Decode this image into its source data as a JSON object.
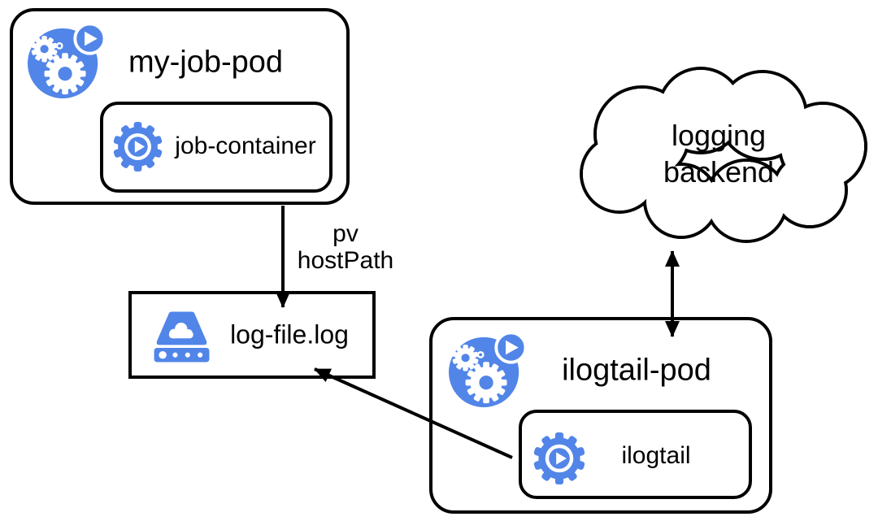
{
  "colors": {
    "icon_blue": "#5285e8",
    "outline": "#000000"
  },
  "pods": {
    "my_job_pod": {
      "title": "my-job-pod",
      "container": "job-container"
    },
    "ilogtail_pod": {
      "title": "ilogtail-pod",
      "container": "ilogtail"
    }
  },
  "volume": {
    "label": "log-file.log"
  },
  "cloud": {
    "line1": "logging",
    "line2": "backend"
  },
  "edge_label": {
    "line1": "pv",
    "line2": "hostPath"
  }
}
